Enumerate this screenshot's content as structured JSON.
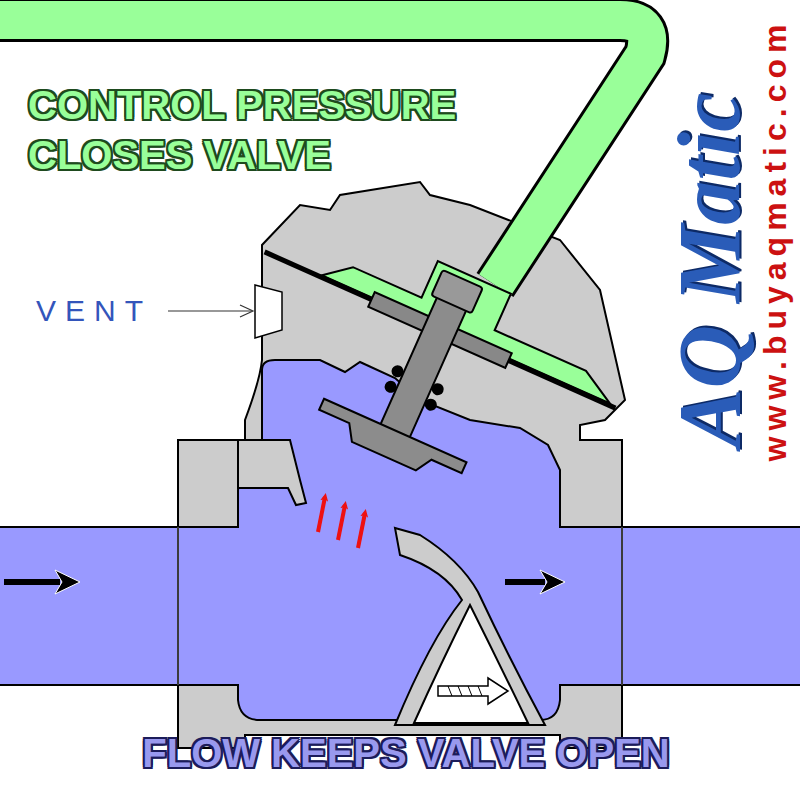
{
  "diagram": {
    "title": "CONTROL PRESSURE CLOSES VALVE",
    "caption": "FLOW KEEPS VALVE OPEN",
    "labels": [
      "VENT",
      "AQ Matic",
      "www.buyaqmatic.com"
    ]
  }
}
